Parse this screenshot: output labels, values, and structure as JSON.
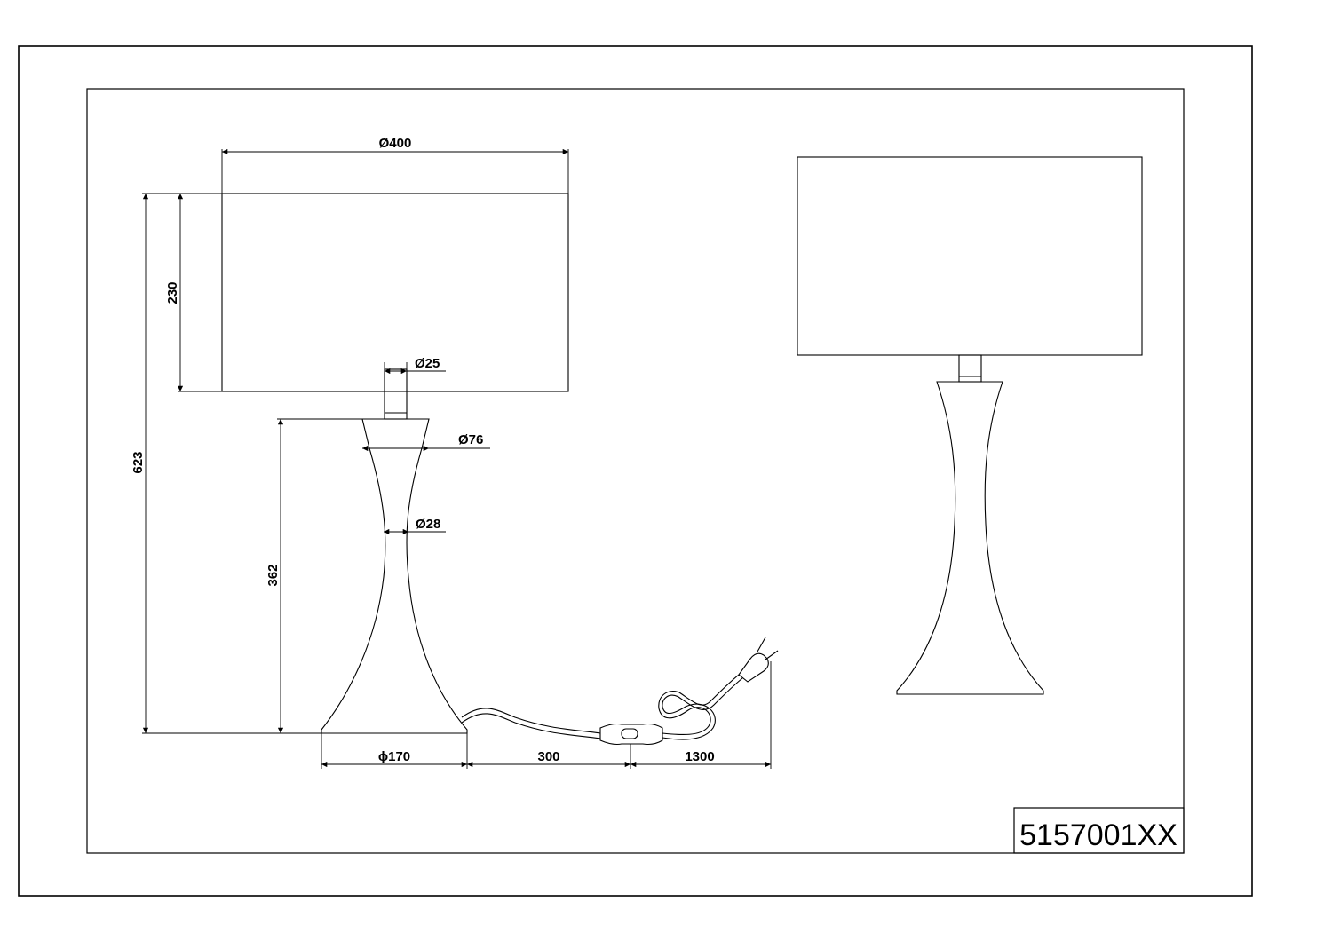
{
  "drawing": {
    "product_code": "5157001XX",
    "line_color": "#000000",
    "background_color": "#ffffff"
  },
  "dimensions": {
    "shade_diameter": "Ø400",
    "shade_height": "230",
    "total_height": "623",
    "stem_diameter": "Ø25",
    "top_diameter": "Ø76",
    "neck_diameter": "Ø28",
    "base_height": "362",
    "base_diameter": "ϕ170",
    "cable_to_switch": "300",
    "switch_to_plug": "1300"
  }
}
